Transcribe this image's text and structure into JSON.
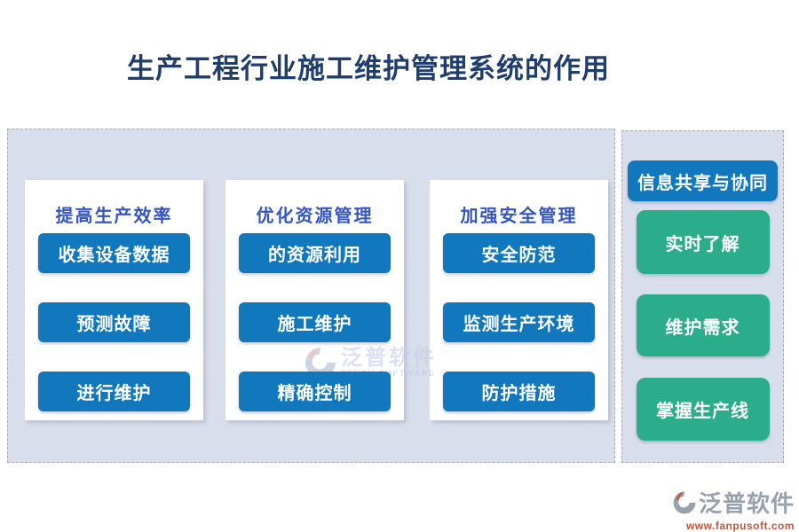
{
  "page": {
    "title": "生产工程行业施工维护管理系统的作用"
  },
  "columns": [
    {
      "header": "提高生产效率",
      "buttons": [
        "收集设备数据",
        "预测故障",
        "进行维护"
      ]
    },
    {
      "header": "优化资源管理",
      "buttons": [
        "的资源利用",
        "施工维护",
        "精确控制"
      ]
    },
    {
      "header": "加强安全管理",
      "buttons": [
        "安全防范",
        "监测生产环境",
        "防护措施"
      ]
    }
  ],
  "side_panel": {
    "buttons": [
      {
        "label": "信息共享与协同",
        "style": "blue"
      },
      {
        "label": "实时了解",
        "style": "green"
      },
      {
        "label": "维护需求",
        "style": "green"
      },
      {
        "label": "掌握生产线",
        "style": "green"
      }
    ]
  },
  "watermark": {
    "brand": "泛普软件",
    "brand_en": "FANPU SOFTWARE"
  },
  "footer": {
    "brand": "泛普软件",
    "url": "www.fanpusoft.com"
  },
  "colors": {
    "title_text": "#1F3D6D",
    "column_header_text": "#3556C1",
    "button_blue": "#1178BE",
    "button_green": "#2BAC8A",
    "panel_background": "#D9DEEC",
    "dashed_border": "#ABABAB",
    "footer_url": "#C0573F",
    "footer_brand_grey": "#99A1AD"
  }
}
